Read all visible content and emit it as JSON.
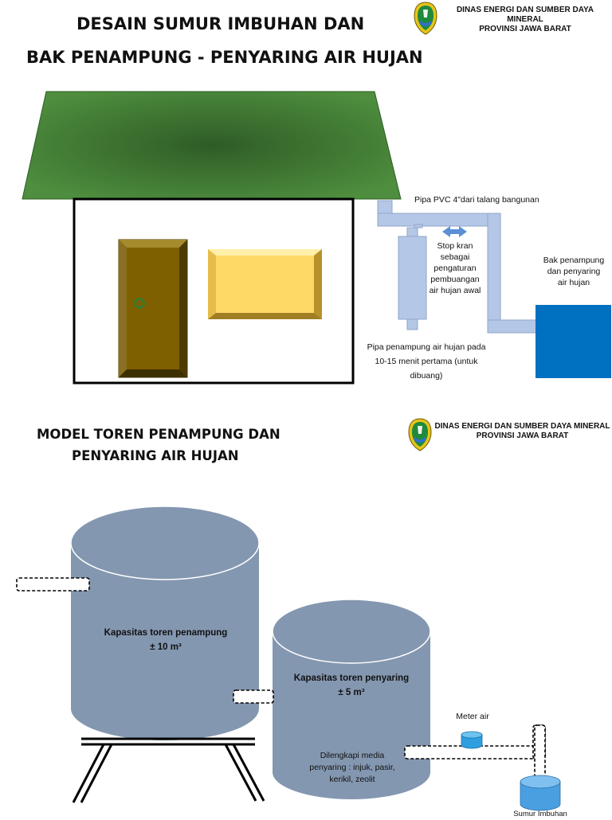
{
  "header": {
    "title_line1": "DESAIN SUMUR IMBUHAN DAN",
    "title_line2": "BAK PENAMPUNG - PENYARING AIR HUJAN",
    "agency_line1": "DINAS ENERGI DAN SUMBER DAYA MINERAL",
    "agency_line2": "PROVINSI JAWA BARAT"
  },
  "house_diagram": {
    "pipe_label": "Pipa PVC 4\"dari talang bangunan",
    "stop_kran_label": [
      "Stop kran",
      "sebagai",
      "pengaturan",
      "pembuangan",
      "air hujan awal"
    ],
    "storage_label": [
      "Bak penampung",
      "dan penyaring",
      "air hujan"
    ],
    "first_flush_label": [
      "Pipa penampung air hujan pada",
      "10-15 menit pertama (untuk",
      "dibuang)"
    ]
  },
  "section2": {
    "title_line1": "MODEL TOREN PENAMPUNG DAN",
    "title_line2": "PENYARING AIR HUJAN",
    "agency_line1": "DINAS ENERGI DAN SUMBER DAYA MINERAL",
    "agency_line2": "PROVINSI JAWA BARAT"
  },
  "tanks": {
    "big_title": "Kapasitas toren penampung",
    "big_capacity": "± 10 m³",
    "small_title": "Kapasitas toren penyaring",
    "small_capacity": "± 5 m³",
    "media_label": [
      "Dilengkapi media",
      "penyaring : injuk, pasir,",
      "kerikil, zeolit"
    ],
    "meter_label": "Meter air",
    "well_label": "Sumur Imbuhan"
  },
  "colors": {
    "roof": "#4a8a3a",
    "door": "#7f6000",
    "window": "#ffd966",
    "pipe": "#b4c7e7",
    "bak": "#0070c0",
    "tank": "#8497b0"
  }
}
